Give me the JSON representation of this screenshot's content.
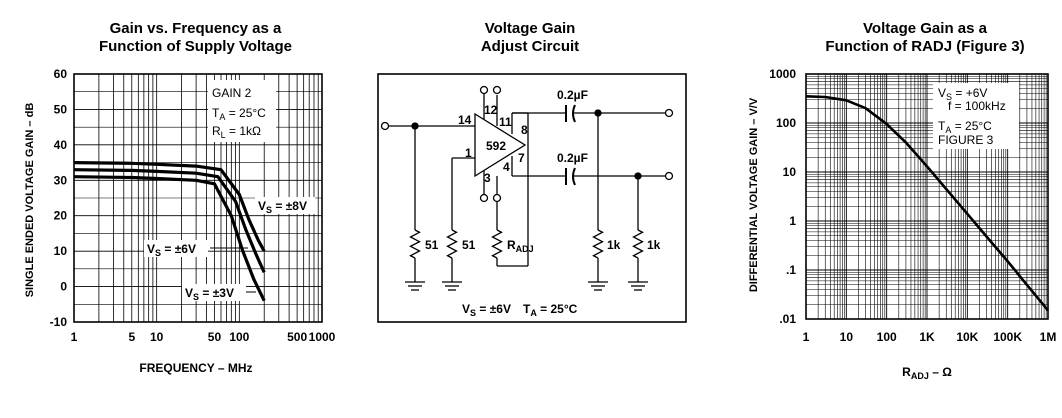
{
  "chart_data": [
    {
      "type": "line",
      "title": [
        "Gain vs. Frequency as a",
        "Function of Supply Voltage"
      ],
      "xlabel": "FREQUENCY – MHz",
      "ylabel": "SINGLE ENDED VOLTAGE GAIN – dB",
      "xscale": "log",
      "xlim": [
        1,
        1000
      ],
      "ylim": [
        -10,
        60
      ],
      "grid": true,
      "xticks": [
        {
          "v": 1,
          "label": "1"
        },
        {
          "v": 5,
          "label": "5"
        },
        {
          "v": 10,
          "label": "10"
        },
        {
          "v": 50,
          "label": "50"
        },
        {
          "v": 100,
          "label": "100"
        },
        {
          "v": 500,
          "label": "500"
        },
        {
          "v": 1000,
          "label": "1000"
        }
      ],
      "yticks": [
        {
          "v": 60,
          "label": "60"
        },
        {
          "v": 50,
          "label": "50"
        },
        {
          "v": 40,
          "label": "40"
        },
        {
          "v": 30,
          "label": "30"
        },
        {
          "v": 20,
          "label": "20"
        },
        {
          "v": 10,
          "label": "10"
        },
        {
          "v": 0,
          "label": "0"
        },
        {
          "v": -10,
          "label": "-10"
        }
      ],
      "conditions": {
        "line1": "GAIN 2",
        "line2_main": "T",
        "line2_sub": "A",
        "line2_rest": " = 25°C",
        "line3_main": "R",
        "line3_sub": "L",
        "line3_rest": " = 1kΩ"
      },
      "series": [
        {
          "name_main": "V",
          "name_sub": "S",
          "name_rest": " = ±8V",
          "x": [
            1,
            5,
            10,
            30,
            60,
            100,
            130,
            170,
            200
          ],
          "y": [
            35,
            34.8,
            34.5,
            34,
            33,
            26,
            19,
            13,
            10
          ]
        },
        {
          "name_main": "V",
          "name_sub": "S",
          "name_rest": " = ±6V",
          "x": [
            1,
            5,
            10,
            30,
            55,
            90,
            120,
            160,
            200
          ],
          "y": [
            33,
            32.8,
            32.5,
            32,
            31,
            24,
            16,
            9,
            4
          ]
        },
        {
          "name_main": "V",
          "name_sub": "S",
          "name_rest": " = ±3V",
          "x": [
            1,
            5,
            10,
            30,
            50,
            80,
            110,
            150,
            200
          ],
          "y": [
            31,
            30.8,
            30.5,
            30,
            29,
            20,
            10,
            2,
            -4
          ]
        }
      ]
    },
    {
      "type": "diagram",
      "title": [
        "Voltage Gain",
        "Adjust Circuit"
      ],
      "chip": "592",
      "pins": [
        "14",
        "12",
        "11",
        "8",
        "1",
        "3",
        "4",
        "7"
      ],
      "capacitors": [
        "0.2µF",
        "0.2µF"
      ],
      "resistors": [
        "51",
        "51",
        "R",
        "1k",
        "1k"
      ],
      "radj_sub": "ADJ",
      "footer": {
        "vs_main": "V",
        "vs_sub": "S",
        "vs_rest": " = ±6V",
        "ta_main": "T",
        "ta_sub": "A",
        "ta_rest": " = 25°C"
      }
    },
    {
      "type": "line",
      "title": [
        "Voltage Gain as a",
        "Function of RADJ (Figure 3)"
      ],
      "xlabel_main": "R",
      "xlabel_sub": "ADJ",
      "xlabel_rest": " – Ω",
      "ylabel": "DIFFERENTIAL VOLTAGE GAIN – V/V",
      "xscale": "log",
      "yscale": "log",
      "xlim": [
        1,
        1000000
      ],
      "ylim": [
        0.01,
        1000
      ],
      "grid": true,
      "xticks": [
        {
          "v": 1,
          "label": "1"
        },
        {
          "v": 10,
          "label": "10"
        },
        {
          "v": 100,
          "label": "100"
        },
        {
          "v": 1000,
          "label": "1K"
        },
        {
          "v": 10000,
          "label": "10K"
        },
        {
          "v": 100000,
          "label": "100K"
        },
        {
          "v": 1000000,
          "label": "1M"
        }
      ],
      "yticks": [
        {
          "v": 1000,
          "label": "1000"
        },
        {
          "v": 100,
          "label": "100"
        },
        {
          "v": 10,
          "label": "10"
        },
        {
          "v": 1,
          "label": "1"
        },
        {
          "v": 0.1,
          "label": ".1"
        },
        {
          "v": 0.01,
          "label": ".01"
        }
      ],
      "conditions": {
        "vs_main": "V",
        "vs_sub": "S",
        "vs_rest": " = +6V",
        "f": "f = 100kHz",
        "ta_main": "T",
        "ta_sub": "A",
        "ta_rest": " = 25°C",
        "fig": "FIGURE 3"
      },
      "series": [
        {
          "x": [
            1,
            3,
            10,
            30,
            100,
            300,
            1000,
            3000,
            10000,
            30000,
            100000,
            300000,
            1000000
          ],
          "y": [
            350,
            340,
            290,
            200,
            95,
            40,
            13,
            4.5,
            1.4,
            0.48,
            0.15,
            0.05,
            0.015
          ]
        }
      ]
    }
  ]
}
